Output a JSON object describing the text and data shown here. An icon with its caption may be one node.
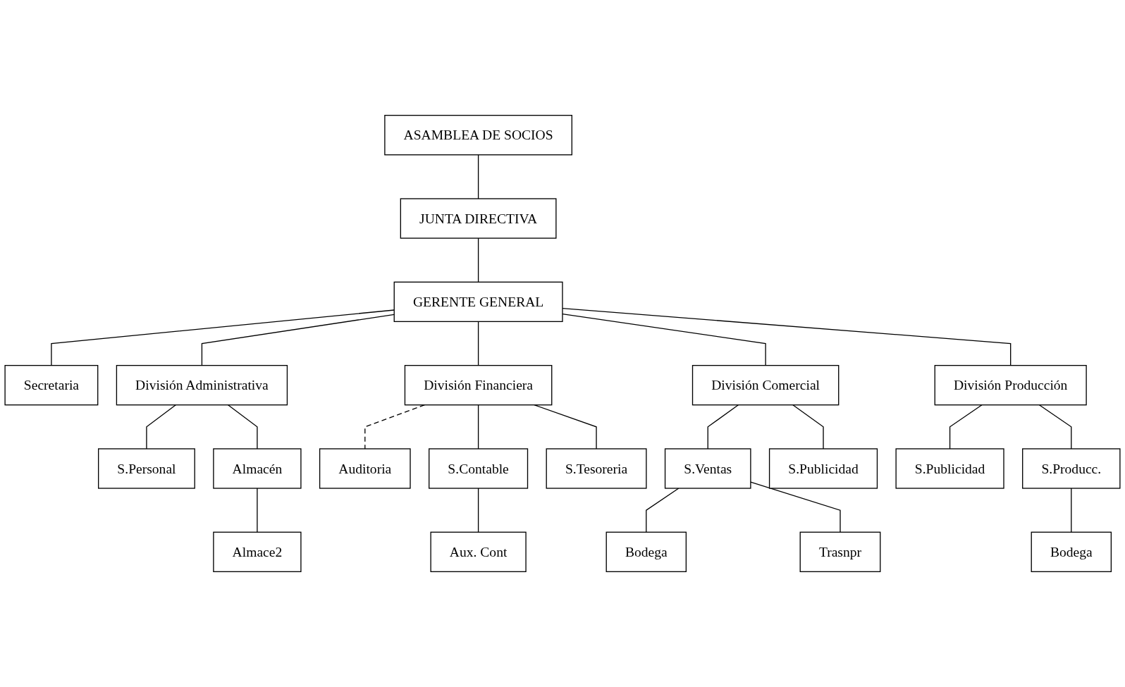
{
  "diagram": {
    "nodes": [
      {
        "text": [
          "ASAMBLEA DE SOCIOS"
        ]
      },
      {
        "text": [
          "JUNTA DIRECTIVA"
        ]
      },
      {
        "text": [
          "GERENTE GENERAL"
        ]
      },
      {
        "text": [
          "Secretaria"
        ]
      },
      {
        "text": [
          "División Administrativa"
        ]
      },
      {
        "text": [
          "División Financiera"
        ]
      },
      {
        "text": [
          "División Comercial"
        ]
      },
      {
        "text": [
          "División Producción"
        ]
      },
      {
        "text": [
          "Auditoria"
        ]
      },
      {
        "text": [
          "S.Personal"
        ]
      },
      {
        "text": [
          "Almacén"
        ]
      },
      {
        "text": [
          "S.Contable"
        ]
      },
      {
        "text": [
          "S.Tesoreria"
        ]
      },
      {
        "text": [
          "S.Ventas"
        ]
      },
      {
        "text": [
          "S.Publicidad"
        ]
      },
      {
        "text": [
          "S.Publicidad"
        ]
      },
      {
        "text": [
          "S.Producc."
        ]
      },
      {
        "text": [
          "Almace2"
        ]
      },
      {
        "text": [
          "Aux. Cont"
        ]
      },
      {
        "text": [
          "Bodega"
        ]
      },
      {
        "text": [
          "Trasnpr"
        ]
      },
      {
        "text": [
          "Bodega"
        ]
      }
    ],
    "edges": [
      {
        "from": 0,
        "to": 1,
        "arrow": "none"
      },
      {
        "from": 1,
        "to": 2,
        "arrow": "none"
      },
      {
        "from": 2,
        "to": 3,
        "arrow": "none"
      },
      {
        "from": 2,
        "to": 4,
        "arrow": "none"
      },
      {
        "from": 2,
        "to": 5,
        "arrow": "none"
      },
      {
        "from": 2,
        "to": 6,
        "arrow": "none"
      },
      {
        "from": 2,
        "to": 7,
        "arrow": "none"
      },
      {
        "from": 5,
        "to": 8,
        "arrow": "none",
        "style": "dashed"
      },
      {
        "from": 4,
        "to": 9,
        "arrow": "none"
      },
      {
        "from": 4,
        "to": 10,
        "arrow": "none"
      },
      {
        "from": 5,
        "to": 11,
        "arrow": "none"
      },
      {
        "from": 5,
        "to": 12,
        "arrow": "none"
      },
      {
        "from": 6,
        "to": 13,
        "arrow": "none"
      },
      {
        "from": 6,
        "to": 14,
        "arrow": "none"
      },
      {
        "from": 7,
        "to": 15,
        "arrow": "none"
      },
      {
        "from": 7,
        "to": 16,
        "arrow": "none"
      },
      {
        "from": 10,
        "to": 17,
        "arrow": "none"
      },
      {
        "from": 11,
        "to": 18,
        "arrow": "none"
      },
      {
        "from": 13,
        "to": 19,
        "arrow": "none"
      },
      {
        "from": 13,
        "to": 20,
        "arrow": "none"
      },
      {
        "from": 16,
        "to": 21,
        "arrow": "none"
      }
    ]
  }
}
